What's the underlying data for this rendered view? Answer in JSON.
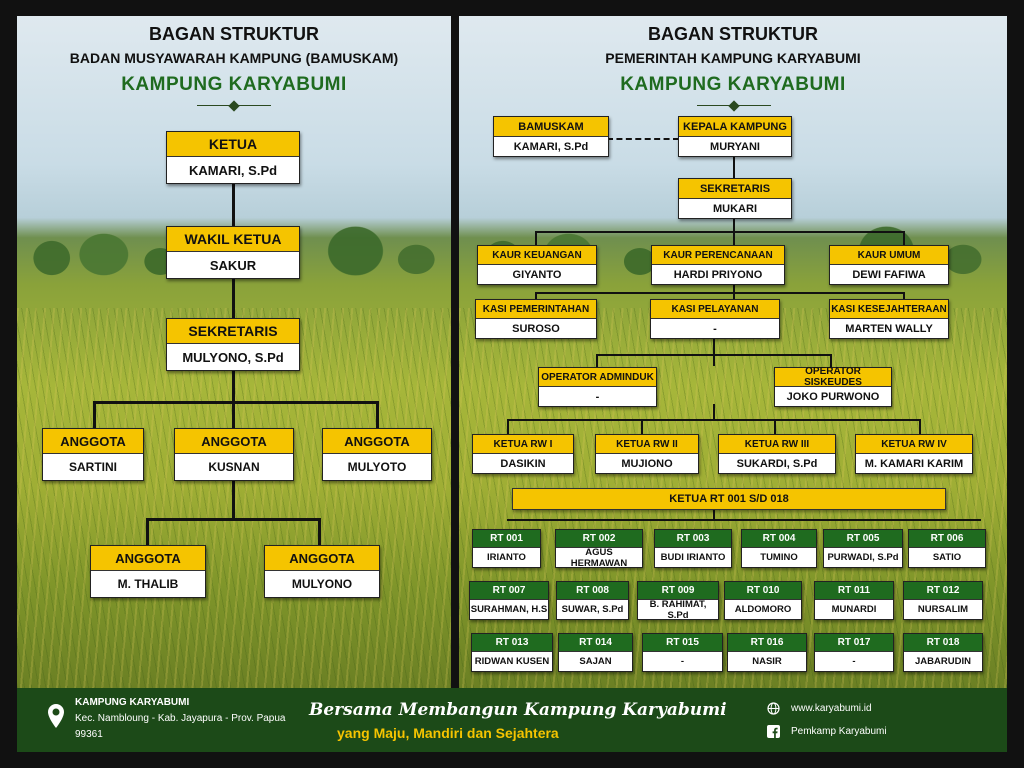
{
  "left": {
    "title1": "BAGAN STRUKTUR",
    "title2": "BADAN MUSYAWARAH KAMPUNG (BAMUSKAM)",
    "title3": "KAMPUNG KARYABUMI",
    "ketua": {
      "role": "KETUA",
      "name": "KAMARI, S.Pd"
    },
    "wakil": {
      "role": "WAKIL KETUA",
      "name": "SAKUR"
    },
    "sekretaris": {
      "role": "SEKRETARIS",
      "name": "MULYONO, S.Pd"
    },
    "anggota": [
      {
        "role": "ANGGOTA",
        "name": "SARTINI"
      },
      {
        "role": "ANGGOTA",
        "name": "KUSNAN"
      },
      {
        "role": "ANGGOTA",
        "name": "MULYOTO"
      },
      {
        "role": "ANGGOTA",
        "name": "M. THALIB"
      },
      {
        "role": "ANGGOTA",
        "name": "MULYONO"
      }
    ]
  },
  "right": {
    "title1": "BAGAN STRUKTUR",
    "title2": "PEMERINTAH KAMPUNG KARYABUMI",
    "title3": "KAMPUNG KARYABUMI",
    "bamuskam": {
      "role": "BAMUSKAM",
      "name": "KAMARI, S.Pd"
    },
    "kepala": {
      "role": "KEPALA KAMPUNG",
      "name": "MURYANI"
    },
    "sekretaris": {
      "role": "SEKRETARIS",
      "name": "MUKARI"
    },
    "kaur": [
      {
        "role": "KAUR KEUANGAN",
        "name": "GIYANTO"
      },
      {
        "role": "KAUR PERENCANAAN",
        "name": "HARDI PRIYONO"
      },
      {
        "role": "KAUR UMUM",
        "name": "DEWI FAFIWA"
      }
    ],
    "kasi": [
      {
        "role": "KASI PEMERINTAHAN",
        "name": "SUROSO"
      },
      {
        "role": "KASI PELAYANAN",
        "name": "-"
      },
      {
        "role": "KASI KESEJAHTERAAN",
        "name": "MARTEN WALLY"
      }
    ],
    "operator": [
      {
        "role": "OPERATOR ADMINDUK",
        "name": "-"
      },
      {
        "role": "OPERATOR SISKEUDES",
        "name": "JOKO PURWONO"
      }
    ],
    "rw": [
      {
        "role": "KETUA RW I",
        "name": "DASIKIN"
      },
      {
        "role": "KETUA RW II",
        "name": "MUJIONO"
      },
      {
        "role": "KETUA RW III",
        "name": "SUKARDI, S.Pd"
      },
      {
        "role": "KETUA RW IV",
        "name": "M. KAMARI KARIM"
      }
    ],
    "rt_bar": "KETUA RT 001 S/D 018",
    "rt": [
      {
        "role": "RT 001",
        "name": "IRIANTO"
      },
      {
        "role": "RT 002",
        "name": "AGUS HERMAWAN"
      },
      {
        "role": "RT 003",
        "name": "BUDI IRIANTO"
      },
      {
        "role": "RT 004",
        "name": "TUMINO"
      },
      {
        "role": "RT 005",
        "name": "PURWADI, S.Pd"
      },
      {
        "role": "RT 006",
        "name": "SATIO"
      },
      {
        "role": "RT 007",
        "name": "SURAHMAN, H.S"
      },
      {
        "role": "RT 008",
        "name": "SUWAR, S.Pd"
      },
      {
        "role": "RT 009",
        "name": "B. RAHIMAT, S.Pd"
      },
      {
        "role": "RT 010",
        "name": "ALDOMORO"
      },
      {
        "role": "RT 011",
        "name": "MUNARDI"
      },
      {
        "role": "RT 012",
        "name": "NURSALIM"
      },
      {
        "role": "RT 013",
        "name": "RIDWAN KUSEN"
      },
      {
        "role": "RT 014",
        "name": "SAJAN"
      },
      {
        "role": "RT 015",
        "name": "-"
      },
      {
        "role": "RT 016",
        "name": "NASIR"
      },
      {
        "role": "RT 017",
        "name": "-"
      },
      {
        "role": "RT 018",
        "name": "JABARUDIN"
      }
    ]
  },
  "footer": {
    "place": "KAMPUNG KARYABUMI",
    "address": "Kec. Nambloung - Kab. Jayapura - Prov. Papua",
    "postal": "99361",
    "slogan1": "Bersama Membangun Kampung Karyabumi",
    "slogan2": "yang Maju, Mandiri dan Sejahtera",
    "website": "www.karyabumi.id",
    "facebook": "Pemkamp Karyabumi"
  },
  "icons": [
    "location-pin-icon",
    "globe-icon",
    "facebook-icon"
  ],
  "colors": {
    "accent_yellow": "#f5c400",
    "accent_green": "#1f6b1f",
    "footer_bg": "#1c4a18"
  }
}
